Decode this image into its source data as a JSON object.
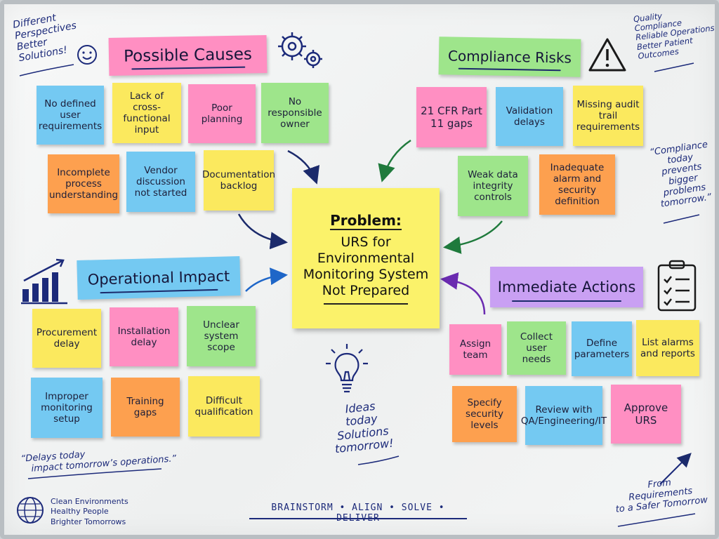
{
  "corner_notes": {
    "top_left": [
      "Different",
      "Perspectives",
      "Better",
      "Solutions!"
    ],
    "top_right": [
      "Quality",
      "Compliance",
      "Reliable Operations",
      "Better Patient Outcomes"
    ],
    "right_quote": [
      "“Compliance",
      "today",
      "prevents",
      "bigger problems",
      "tomorrow.”"
    ],
    "left_quote": [
      "“Delays today",
      "impact tomorrow’s operations.”"
    ],
    "bottom_left": [
      "Clean Environments",
      "Healthy People",
      "Brighter Tomorrows"
    ],
    "bottom_right": [
      "From",
      "Requirements",
      "to a Safer Tomorrow"
    ],
    "center_idea": [
      "Ideas",
      "today",
      "Solutions",
      "tomorrow!"
    ]
  },
  "problem": {
    "title": "Problem:",
    "lines": [
      "URS for",
      "Environmental",
      "Monitoring System",
      "Not Prepared"
    ]
  },
  "sections": {
    "causes": {
      "title": "Possible Causes",
      "notes": [
        "No defined user requirements",
        "Lack of cross-functional input",
        "Poor planning",
        "No responsible owner",
        "Incomplete process understanding",
        "Vendor discussion not started",
        "Documentation backlog"
      ]
    },
    "risks": {
      "title": "Compliance Risks",
      "notes": [
        "21 CFR Part 11 gaps",
        "Validation delays",
        "Missing audit trail requirements",
        "Weak data integrity controls",
        "Inadequate alarm and security definition"
      ]
    },
    "impact": {
      "title": "Operational Impact",
      "notes": [
        "Procurement delay",
        "Installation delay",
        "Unclear system scope",
        "Improper monitoring setup",
        "Training gaps",
        "Difficult qualification"
      ]
    },
    "actions": {
      "title": "Immediate Actions",
      "notes": [
        "Assign team",
        "Collect user needs",
        "Define parameters",
        "List alarms and reports",
        "Specify security levels",
        "Review with QA/Engineering/IT",
        "Approve URS"
      ]
    }
  },
  "footer": "BRAINSTORM  •  ALIGN  •  SOLVE  •  DELIVER",
  "colors": {
    "pink": "#ff8fc2",
    "yellow": "#fbe95e",
    "green": "#9ee58b",
    "blue": "#74c9f2",
    "orange": "#fda04f",
    "purple": "#c9a0f3",
    "ink": "#1c2a7a"
  },
  "icons": [
    "smiley-icon",
    "gears-icon",
    "warning-icon",
    "bar-chart-icon",
    "checklist-icon",
    "lightbulb-icon",
    "globe-icon"
  ]
}
